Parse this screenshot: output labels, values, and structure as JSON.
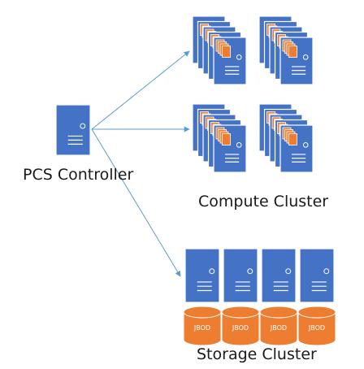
{
  "colors": {
    "server": "#4472c4",
    "server_edge": "#ffffff",
    "vm_orange": "#ed7d31",
    "disk_orange": "#ed7d31",
    "arrow": "#5b9bd5",
    "text": "#1a1a1a"
  },
  "labels": {
    "controller": "PCS Controller",
    "compute": "Compute Cluster",
    "storage": "Storage Cluster"
  },
  "storage": {
    "disk_label": "JBOD",
    "disk_count": 4
  },
  "compute": {
    "stacks": 4,
    "servers_per_stack": 5
  },
  "icons": {
    "server": "server-icon",
    "vm": "virtual-machine-icon",
    "disk": "jbod-disk-icon",
    "arrow": "arrow-icon"
  }
}
